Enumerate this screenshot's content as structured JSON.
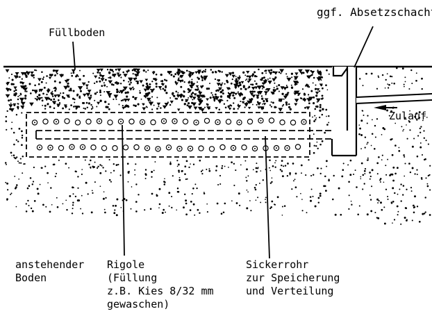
{
  "labels": {
    "fill_soil": "Füllboden",
    "settling_shaft": "ggf. Absetzschacht",
    "inflow": "Zulauf",
    "native_soil": [
      "anstehender",
      "Boden"
    ],
    "trench": [
      "Rigole",
      "(Füllung",
      "z.B. Kies 8/32 mm",
      "gewaschen)"
    ],
    "pipe": [
      "Sickerrohr",
      "zur Speicherung",
      "und Verteilung"
    ]
  },
  "colors": {
    "ink": "#000000",
    "paper": "#ffffff"
  }
}
